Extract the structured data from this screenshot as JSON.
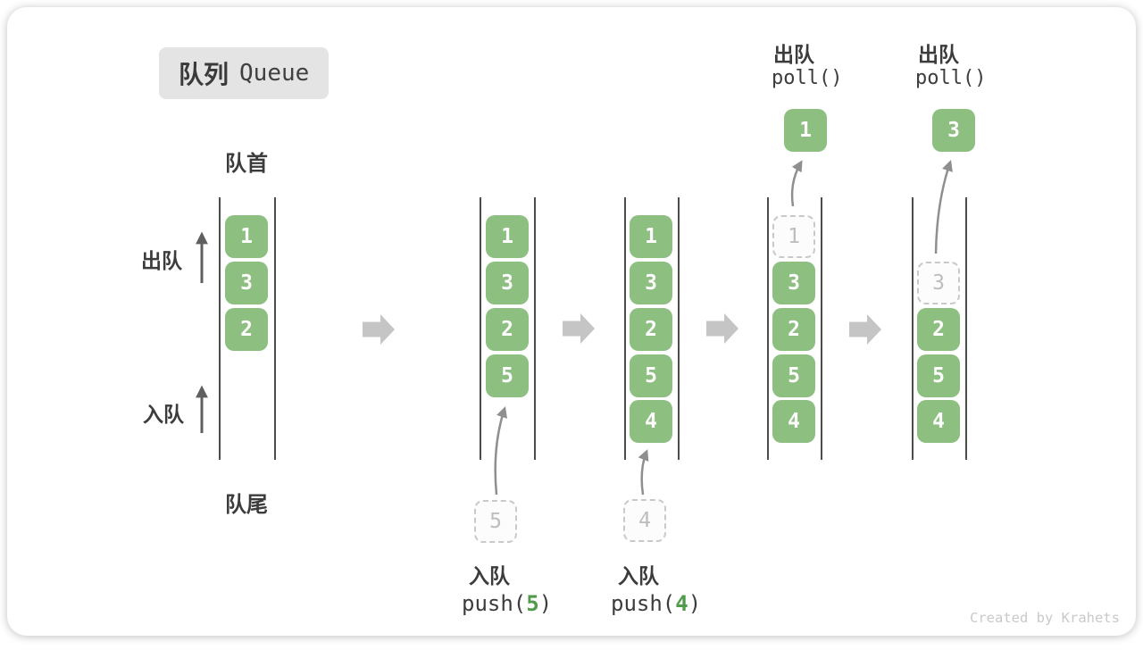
{
  "title_badge": {
    "cjk": "队列",
    "en": "Queue"
  },
  "side_labels": {
    "front": "队首",
    "rear": "队尾",
    "dequeue": "出队",
    "enqueue": "入队"
  },
  "states": {
    "s1": {
      "slots": [
        "1",
        "3",
        "2"
      ]
    },
    "s2": {
      "slots": [
        "1",
        "3",
        "2",
        "5"
      ],
      "incoming": "5"
    },
    "s3": {
      "slots": [
        "1",
        "3",
        "2",
        "5",
        "4"
      ],
      "incoming": "4"
    },
    "s4": {
      "removed": "1",
      "slots": [
        "3",
        "2",
        "5",
        "4"
      ],
      "polled": "1"
    },
    "s5": {
      "removed": "3",
      "slots": [
        "2",
        "5",
        "4"
      ],
      "polled": "3"
    }
  },
  "operations": {
    "push5": {
      "label": "入队",
      "code_pre": "push(",
      "arg": "5",
      "code_post": ")"
    },
    "push4": {
      "label": "入队",
      "code_pre": "push(",
      "arg": "4",
      "code_post": ")"
    },
    "poll1": {
      "label": "出队",
      "code": "poll()"
    },
    "poll2": {
      "label": "出队",
      "code": "poll()"
    }
  },
  "watermark": "Created by Krahets",
  "icons": {
    "flow_arrow": "block-right-arrow",
    "side_arrow": "thin-up-arrow",
    "pointer_arrow": "curved-up-arrow"
  },
  "colors": {
    "box_green": "#8dbf80",
    "box_text": "#ffffff",
    "arg_green": "#4f9b4a",
    "text_dark": "#3c3c3c",
    "rail": "#4c4c4c",
    "dashed_border": "#c9c9c9",
    "dashed_text": "#bdbdbd",
    "flow_arrow": "#c5c5c5",
    "pointer_arrow": "#8f8f8f",
    "side_arrow": "#5f5f5f",
    "badge_bg": "#e4e4e4",
    "watermark": "#c9c9c9"
  }
}
